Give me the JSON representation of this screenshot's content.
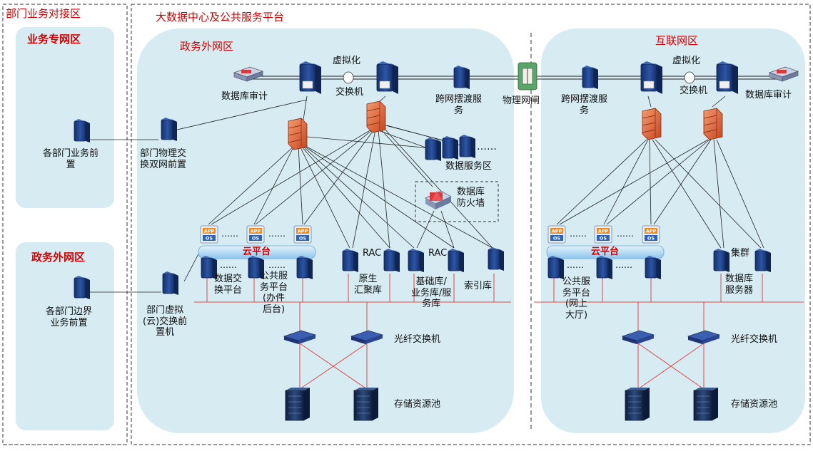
{
  "zones": {
    "dept_interface": "部门业务对接区",
    "business_private": "业务专网区",
    "gov_extranet_left": "政务外网区",
    "center_platform": "大数据中心及公共服务平台",
    "gov_extranet_main": "政务外网区",
    "internet": "互联网区"
  },
  "labels": {
    "db_audit_left": "数据库审计",
    "virtualization_left": "虚拟化",
    "switch_left": "交换机",
    "cross_net_left": "跨网摆渡服\n务",
    "physical_gap": "物理网闸",
    "cross_net_right": "跨网摆渡服\n务",
    "virtualization_right": "虚拟化",
    "switch_right": "交换机",
    "db_audit_right": "数据库审计",
    "dept_business_front": "各部门业务前\n置",
    "dept_physical_front": "部门物理交\n换双网前置",
    "data_service_zone": "数据服务区",
    "db_firewall": "数据库\n防火墙",
    "dept_edge_front": "各部门边界\n业务前置",
    "dept_virtual_front": "部门虚拟\n(云)交换前\n置机",
    "cloud_platform_left": "云平台",
    "cloud_platform_right": "云平台",
    "data_exchange": "数据交\n换平台",
    "public_service_backend": "公共服\n务平台\n(办件\n后台)",
    "rac_1": "RAC",
    "rac_2": "RAC",
    "native_pool": "原生\n汇聚库",
    "base_db": "基础库/\n业务库/服\n务库",
    "index_db": "索引库",
    "fiber_switch_left": "光纤交换机",
    "storage_pool_left": "存储资源池",
    "public_service_hall": "公共服\n务平台\n(网上\n大厅)",
    "cluster": "集群",
    "db_server": "数据库\n服务器",
    "fiber_switch_right": "光纤交换机",
    "storage_pool_right": "存储资源池",
    "app": "APP",
    "os": "OS"
  },
  "colors": {
    "zone_fill": "#d6ebf2",
    "zone_title": "#d40000",
    "server_dark": "#1f3d78",
    "server_mid": "#2f58a8",
    "firewall": "#e05a2c",
    "cloud_bar": "#b9dcf3",
    "red_line": "#e04848",
    "app_orange": "#f08a1c",
    "app_blue": "#2b63b8"
  }
}
